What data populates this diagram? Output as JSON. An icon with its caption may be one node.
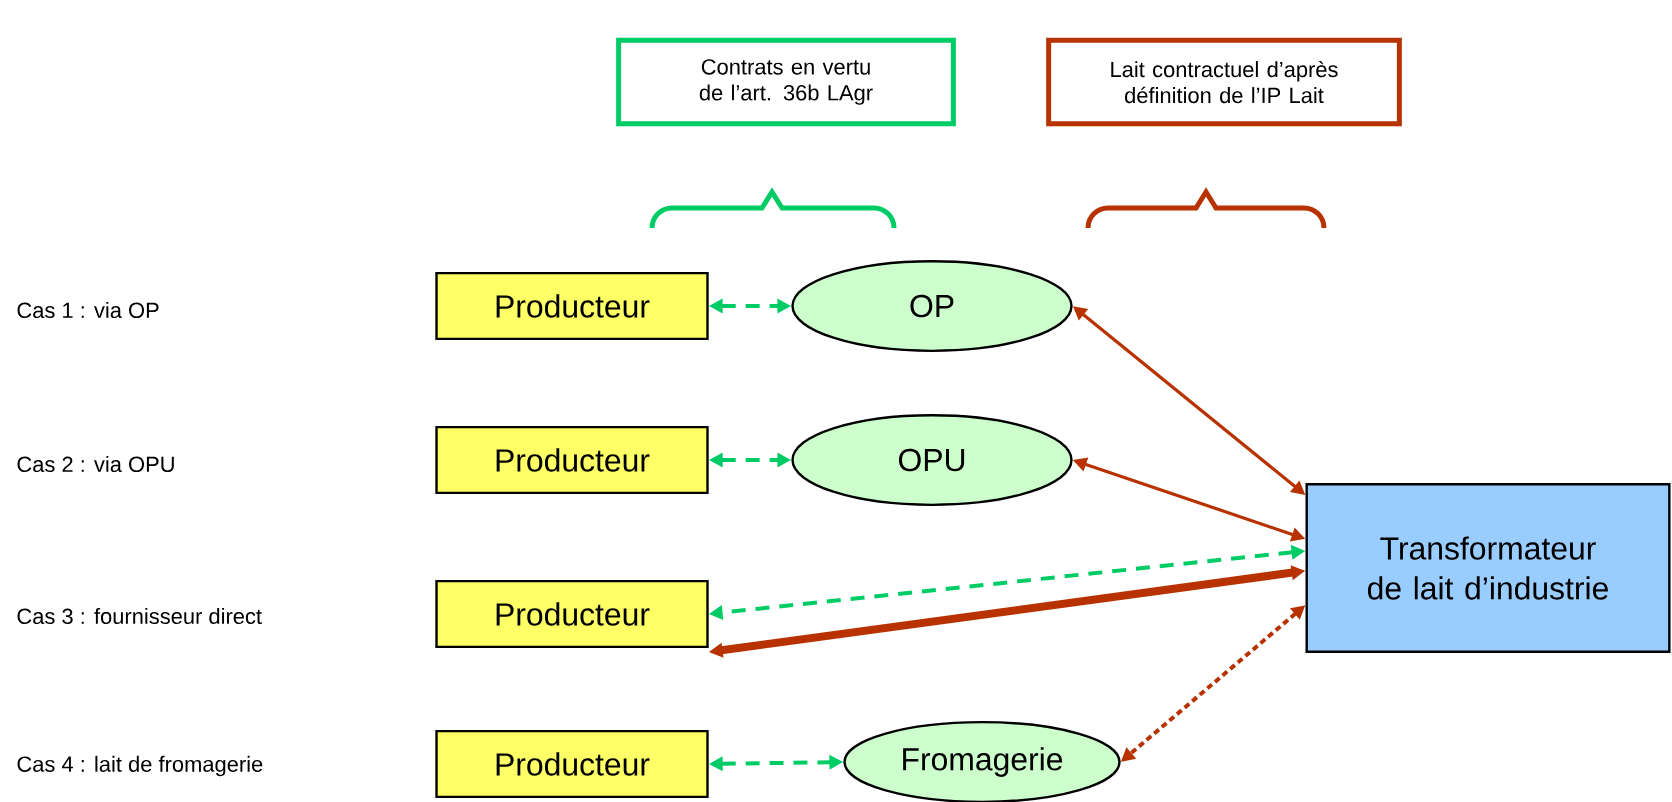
{
  "diagram": {
    "nodes": [
      {
        "text": [
          "Contrats en vertu de l’art. 36b LAgr"
        ]
      },
      {
        "text": [
          "Lait contractuel d’après définition de l’IP Lait"
        ]
      },
      {
        "text": [
          "Producteur"
        ]
      },
      {
        "text": [
          "OP"
        ]
      },
      {
        "text": [
          "Producteur"
        ]
      },
      {
        "text": [
          "OPU"
        ]
      },
      {
        "text": [
          "Transformateur de lait d’industrie"
        ]
      },
      {
        "text": [
          "Producteur"
        ]
      },
      {
        "text": [
          "Producteur"
        ]
      },
      {
        "text": [
          "Fromagerie"
        ]
      }
    ],
    "edges": [
      {
        "from": 2,
        "to": 3,
        "arrow": "both",
        "style": "dashed",
        "color": "#00cc66"
      },
      {
        "from": 6,
        "to": 3,
        "arrow": "both",
        "color": "#b83200"
      },
      {
        "from": 4,
        "to": 5,
        "arrow": "both",
        "style": "dashed",
        "color": "#00cc66"
      },
      {
        "from": 6,
        "to": 5,
        "arrow": "both",
        "color": "#b83200"
      },
      {
        "from": 6,
        "to": 7,
        "arrow": "both",
        "style": "dashed",
        "color": "#00cc66"
      },
      {
        "from": 7,
        "to": 6,
        "arrow": "both",
        "style": "thick",
        "color": "#b83200"
      },
      {
        "from": 8,
        "to": 9,
        "arrow": "both",
        "style": "dashed",
        "color": "#00cc66"
      },
      {
        "from": 6,
        "to": 9,
        "arrow": "both",
        "style": "dashed",
        "color": "#b83200"
      }
    ],
    "labels": [
      "Cas 1 : via OP",
      "Cas 2 : via OPU",
      "Cas 3 : fournisseur direct",
      "Cas 4 : lait de fromagerie"
    ]
  }
}
